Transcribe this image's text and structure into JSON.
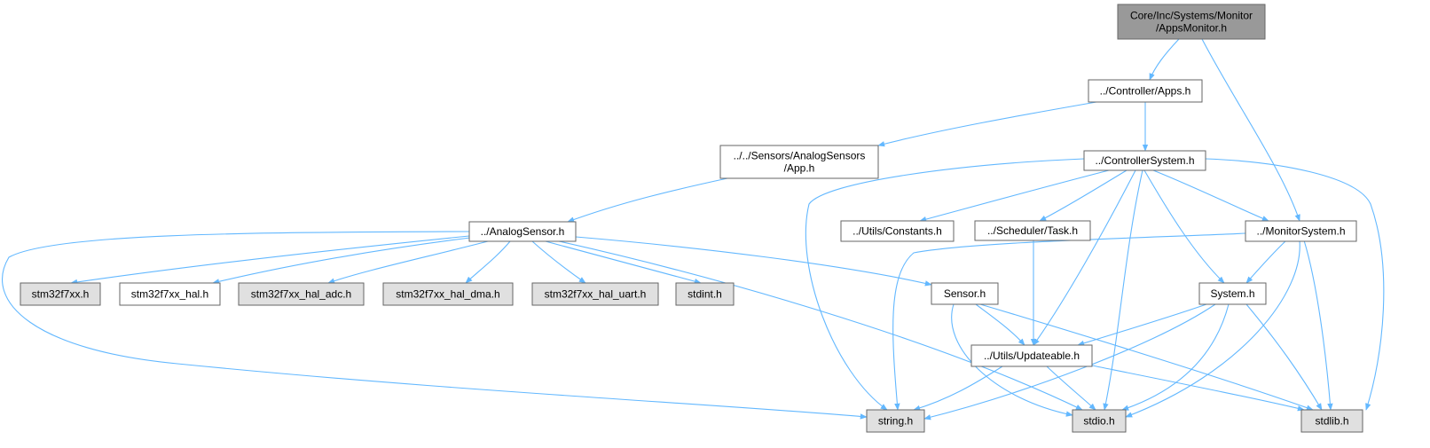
{
  "graph": {
    "nodes": [
      {
        "id": "root",
        "lines": [
          "Core/Inc/Systems/Monitor",
          "/AppsMonitor.h"
        ],
        "style": "root"
      },
      {
        "id": "apps",
        "lines": [
          "../Controller/Apps.h"
        ],
        "style": "normal"
      },
      {
        "id": "app",
        "lines": [
          "../../Sensors/AnalogSensors",
          "/App.h"
        ],
        "style": "normal"
      },
      {
        "id": "ctrlsys",
        "lines": [
          "../ControllerSystem.h"
        ],
        "style": "normal"
      },
      {
        "id": "analog",
        "lines": [
          "../AnalogSensor.h"
        ],
        "style": "normal"
      },
      {
        "id": "constants",
        "lines": [
          "../Utils/Constants.h"
        ],
        "style": "normal"
      },
      {
        "id": "task",
        "lines": [
          "../Scheduler/Task.h"
        ],
        "style": "normal"
      },
      {
        "id": "monsys",
        "lines": [
          "../MonitorSystem.h"
        ],
        "style": "normal"
      },
      {
        "id": "stm32f7xx",
        "lines": [
          "stm32f7xx.h"
        ],
        "style": "external"
      },
      {
        "id": "hal",
        "lines": [
          "stm32f7xx_hal.h"
        ],
        "style": "normal"
      },
      {
        "id": "adc",
        "lines": [
          "stm32f7xx_hal_adc.h"
        ],
        "style": "external"
      },
      {
        "id": "dma",
        "lines": [
          "stm32f7xx_hal_dma.h"
        ],
        "style": "external"
      },
      {
        "id": "uart",
        "lines": [
          "stm32f7xx_hal_uart.h"
        ],
        "style": "external"
      },
      {
        "id": "stdint",
        "lines": [
          "stdint.h"
        ],
        "style": "external"
      },
      {
        "id": "sensor",
        "lines": [
          "Sensor.h"
        ],
        "style": "normal"
      },
      {
        "id": "system",
        "lines": [
          "System.h"
        ],
        "style": "normal"
      },
      {
        "id": "updateable",
        "lines": [
          "../Utils/Updateable.h"
        ],
        "style": "normal"
      },
      {
        "id": "string",
        "lines": [
          "string.h"
        ],
        "style": "external"
      },
      {
        "id": "stdio",
        "lines": [
          "stdio.h"
        ],
        "style": "external"
      },
      {
        "id": "stdlib",
        "lines": [
          "stdlib.h"
        ],
        "style": "external"
      }
    ],
    "edges": [
      {
        "from": "root",
        "to": "apps"
      },
      {
        "from": "root",
        "to": "monsys"
      },
      {
        "from": "apps",
        "to": "app"
      },
      {
        "from": "apps",
        "to": "ctrlsys"
      },
      {
        "from": "app",
        "to": "analog"
      },
      {
        "from": "ctrlsys",
        "to": "constants"
      },
      {
        "from": "ctrlsys",
        "to": "task"
      },
      {
        "from": "ctrlsys",
        "to": "monsys"
      },
      {
        "from": "ctrlsys",
        "to": "system"
      },
      {
        "from": "ctrlsys",
        "to": "updateable"
      },
      {
        "from": "ctrlsys",
        "to": "string"
      },
      {
        "from": "ctrlsys",
        "to": "stdio"
      },
      {
        "from": "ctrlsys",
        "to": "stdlib"
      },
      {
        "from": "analog",
        "to": "stm32f7xx"
      },
      {
        "from": "analog",
        "to": "hal"
      },
      {
        "from": "analog",
        "to": "adc"
      },
      {
        "from": "analog",
        "to": "dma"
      },
      {
        "from": "analog",
        "to": "uart"
      },
      {
        "from": "analog",
        "to": "stdint"
      },
      {
        "from": "analog",
        "to": "sensor"
      },
      {
        "from": "analog",
        "to": "string"
      },
      {
        "from": "analog",
        "to": "stdio"
      },
      {
        "from": "task",
        "to": "updateable"
      },
      {
        "from": "monsys",
        "to": "system"
      },
      {
        "from": "monsys",
        "to": "string"
      },
      {
        "from": "monsys",
        "to": "stdio"
      },
      {
        "from": "monsys",
        "to": "stdlib"
      },
      {
        "from": "sensor",
        "to": "updateable"
      },
      {
        "from": "sensor",
        "to": "stdio"
      },
      {
        "from": "sensor",
        "to": "stdlib"
      },
      {
        "from": "system",
        "to": "updateable"
      },
      {
        "from": "system",
        "to": "string"
      },
      {
        "from": "system",
        "to": "stdio"
      },
      {
        "from": "system",
        "to": "stdlib"
      },
      {
        "from": "updateable",
        "to": "string"
      },
      {
        "from": "updateable",
        "to": "stdio"
      },
      {
        "from": "updateable",
        "to": "stdlib"
      }
    ],
    "colors": {
      "edge": "#63b8ff",
      "root_fill": "#999999",
      "normal_fill": "#ffffff",
      "external_fill": "#e0e0e0",
      "border": "#666666"
    }
  }
}
